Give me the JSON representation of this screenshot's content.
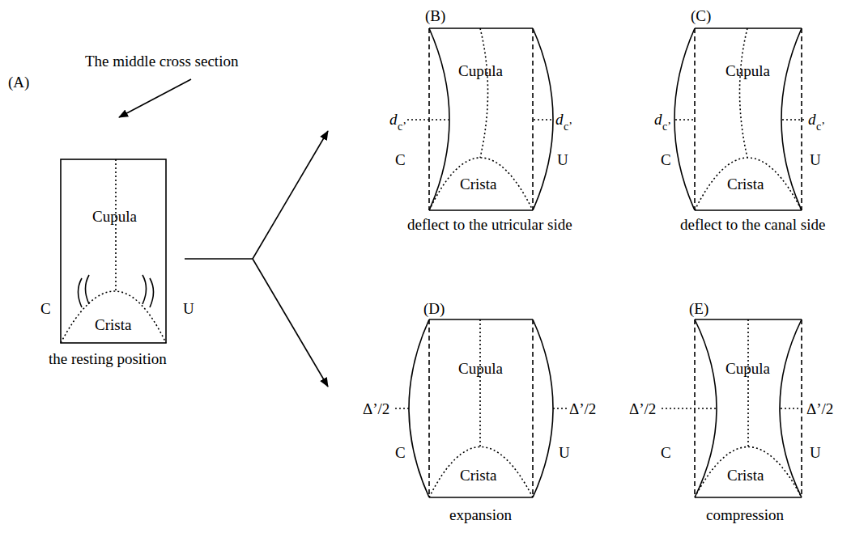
{
  "diagram": {
    "labels": [
      "(A)",
      "The middle cross section",
      "Cupula",
      "C",
      "U",
      "Crista",
      "the resting position",
      "(B)",
      "Cupula",
      "d",
      "c’",
      "d",
      "c’",
      "C",
      "U",
      "Crista",
      "deflect to the utricular side",
      "(C)",
      "Cupula",
      "d",
      "c’",
      "d",
      "c’",
      "C",
      "U",
      "Crista",
      "deflect to the canal side",
      "(D)",
      "Cupula",
      "Δ’/2",
      "Δ’/2",
      "C",
      "U",
      "Crista",
      "expansion",
      "(E)",
      "Cupula",
      "Δ’/2",
      "Δ’/2",
      "C",
      "U",
      "Crista",
      "compression"
    ]
  }
}
